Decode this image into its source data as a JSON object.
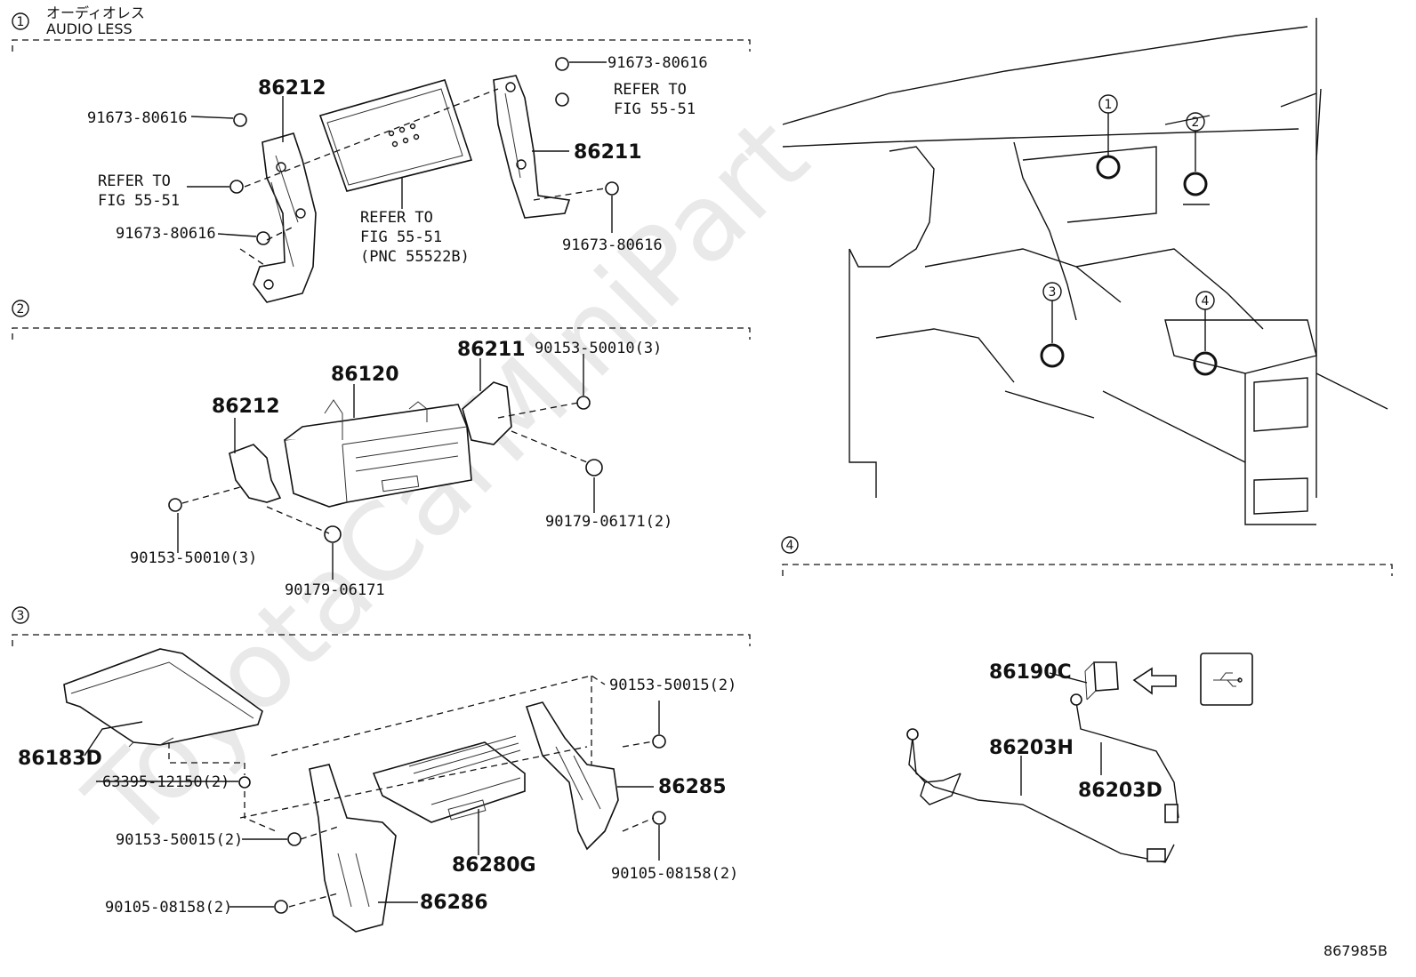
{
  "watermark": "ToyotaCarMiniPart",
  "figure_code": "867985B",
  "sections": [
    {
      "num": "1",
      "title_jp": "オーディオレス",
      "title_en": "AUDIO LESS"
    },
    {
      "num": "2"
    },
    {
      "num": "3"
    },
    {
      "num": "4"
    }
  ],
  "section1": {
    "part_86212": "86212",
    "part_86211": "86211",
    "bolt_a": "91673-80616",
    "bolt_b": "91673-80616",
    "bolt_c": "91673-80616",
    "bolt_d": "91673-80616",
    "refer_left_1": "REFER TO",
    "refer_left_2": "FIG 55-51",
    "refer_right_1": "REFER TO",
    "refer_right_2": "FIG 55-51",
    "refer_center_1": "REFER TO",
    "refer_center_2": "FIG 55-51",
    "refer_center_3": "(PNC 55522B)"
  },
  "section2": {
    "part_86212": "86212",
    "part_86120": "86120",
    "part_86211": "86211",
    "screw_top": "90153-50010(3)",
    "screw_bottom": "90153-50010(3)",
    "nut_right": "90179-06171(2)",
    "nut_bottom": "90179-06171"
  },
  "section3": {
    "part_86183D": "86183D",
    "clip": "63395-12150(2)",
    "screw_left": "90153-50015(2)",
    "screw_right": "90153-50015(2)",
    "bolt_left": "90105-08158(2)",
    "bolt_right": "90105-08158(2)",
    "part_86285": "86285",
    "part_86286": "86286",
    "part_86280G": "86280G"
  },
  "section4": {
    "part_86190C": "86190C",
    "part_86203H": "86203H",
    "part_86203D": "86203D"
  },
  "locator": {
    "markers": [
      "1",
      "2",
      "3",
      "4"
    ]
  }
}
